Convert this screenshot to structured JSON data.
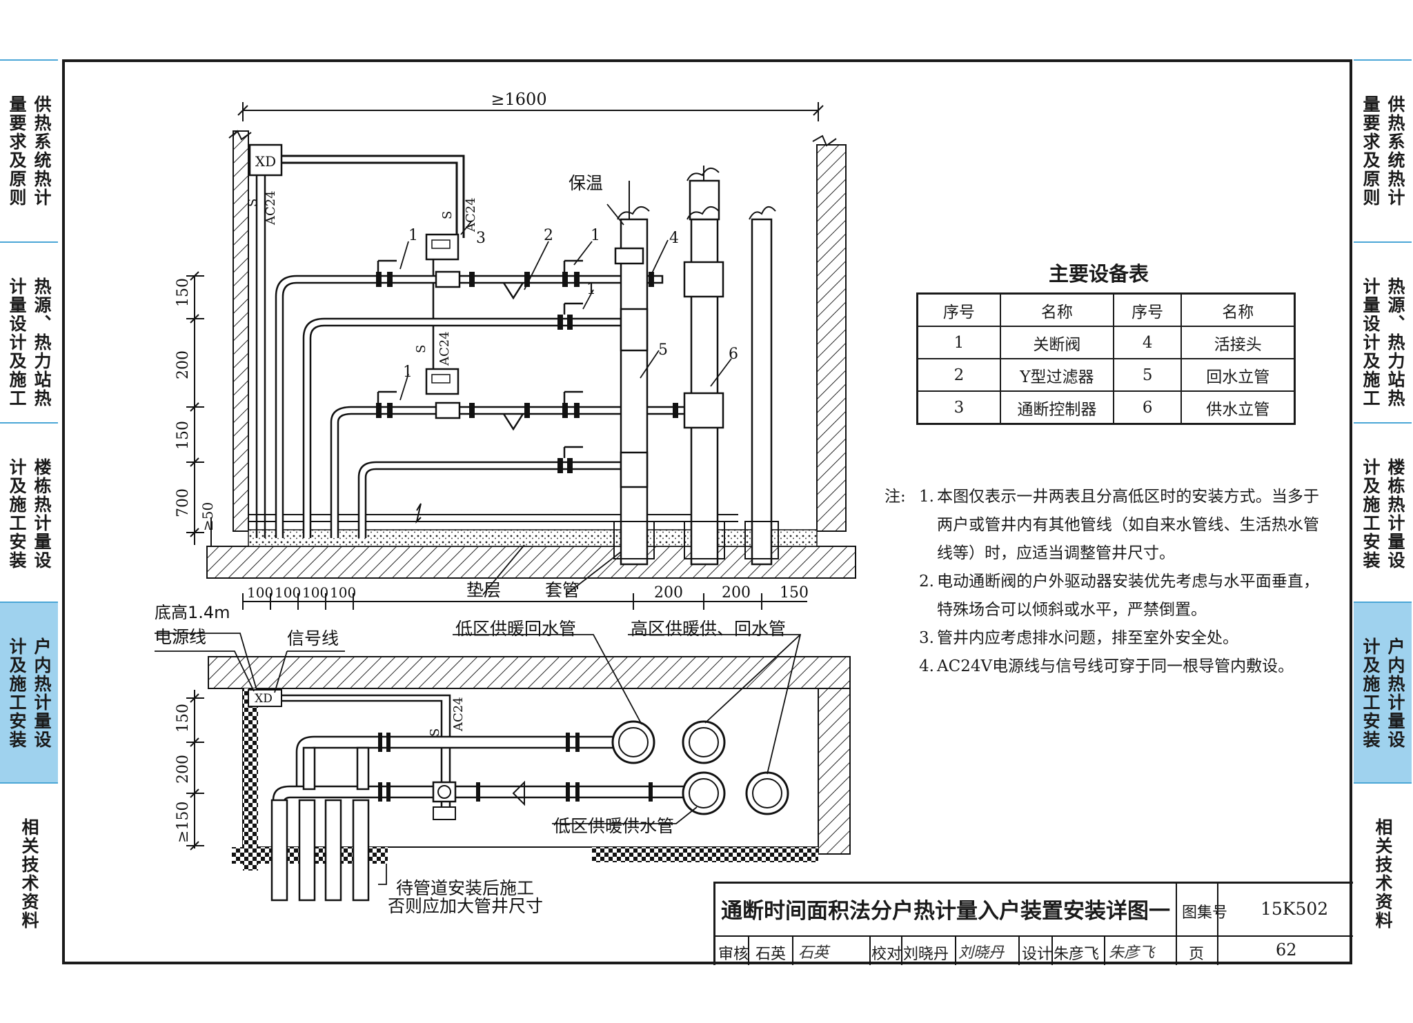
{
  "side_tabs": [
    {
      "lines": [
        "供热系统热计",
        "量要求及原则"
      ],
      "active": false
    },
    {
      "lines": [
        "热源、热力站热",
        "计量设计及施工"
      ],
      "active": false
    },
    {
      "lines": [
        "楼栋热计量设",
        "计及施工安装"
      ],
      "active": false
    },
    {
      "lines": [
        "户内热计量设",
        "计及施工安装"
      ],
      "active": true
    },
    {
      "lines": [
        "相关技术资料"
      ],
      "active": false
    }
  ],
  "elevation": {
    "top_dimension": "≥1600",
    "box_label": "XD",
    "wire_labels": [
      "S",
      "AC24",
      "S",
      "AC24",
      "S",
      "AC24"
    ],
    "vertical_dims": [
      "150",
      "200",
      "150",
      "700",
      "≥50"
    ],
    "bottom_dims": [
      "100",
      "100",
      "100",
      "100",
      "200",
      "200",
      "150"
    ],
    "callouts": [
      "1",
      "3",
      "2",
      "1",
      "4",
      "1",
      "5",
      "6",
      "1"
    ],
    "insulation_label": "保温",
    "cushion_label": "垫层",
    "sleeve_label": "套管"
  },
  "plan": {
    "base_height": "底高1.4m",
    "power_line": "电源线",
    "signal_line": "信号线",
    "low_return": "低区供暖回水管",
    "high_supply_return": "高区供暖供、回水管",
    "low_supply": "低区供暖供水管",
    "box_label": "XD",
    "wire_labels": [
      "S",
      "AC24"
    ],
    "vertical_dims": [
      "150",
      "200",
      "≥150"
    ],
    "construct_note": [
      "待管道安装后施工",
      "否则应加大管井尺寸"
    ]
  },
  "equipment_table": {
    "title": "主要设备表",
    "headers": [
      "序号",
      "名称",
      "序号",
      "名称"
    ],
    "rows": [
      [
        "1",
        "关断阀",
        "4",
        "活接头"
      ],
      [
        "2",
        "Y型过滤器",
        "5",
        "回水立管"
      ],
      [
        "3",
        "通断控制器",
        "6",
        "供水立管"
      ]
    ]
  },
  "notes": {
    "prefix": "注:",
    "items": [
      {
        "num": "1.",
        "text": "本图仅表示一井两表且分高低区时的安装方式。当多于两户或管井内有其他管线（如自来水管线、生活热水管线等）时，应适当调整管井尺寸。"
      },
      {
        "num": "2.",
        "text": "电动通断阀的户外驱动器安装优先考虑与水平面垂直，特殊场合可以倾斜或水平，严禁倒置。"
      },
      {
        "num": "3.",
        "text": "管井内应考虑排水问题，排至室外安全处。"
      },
      {
        "num": "4.",
        "text": "AC24V电源线与信号线可穿于同一根导管内敷设。"
      }
    ]
  },
  "title_block": {
    "title": "通断时间面积法分户热计量入户装置安装详图一",
    "atlas_label": "图集号",
    "atlas_no": "15K502",
    "review_label": "审核",
    "reviewer": "石英",
    "reviewer_sig": "石英",
    "check_label": "校对",
    "checker": "刘晓丹",
    "checker_sig": "刘晓丹",
    "design_label": "设计",
    "designer": "朱彦飞",
    "designer_sig": "朱彦飞",
    "page_label": "页",
    "page_no": "62"
  }
}
